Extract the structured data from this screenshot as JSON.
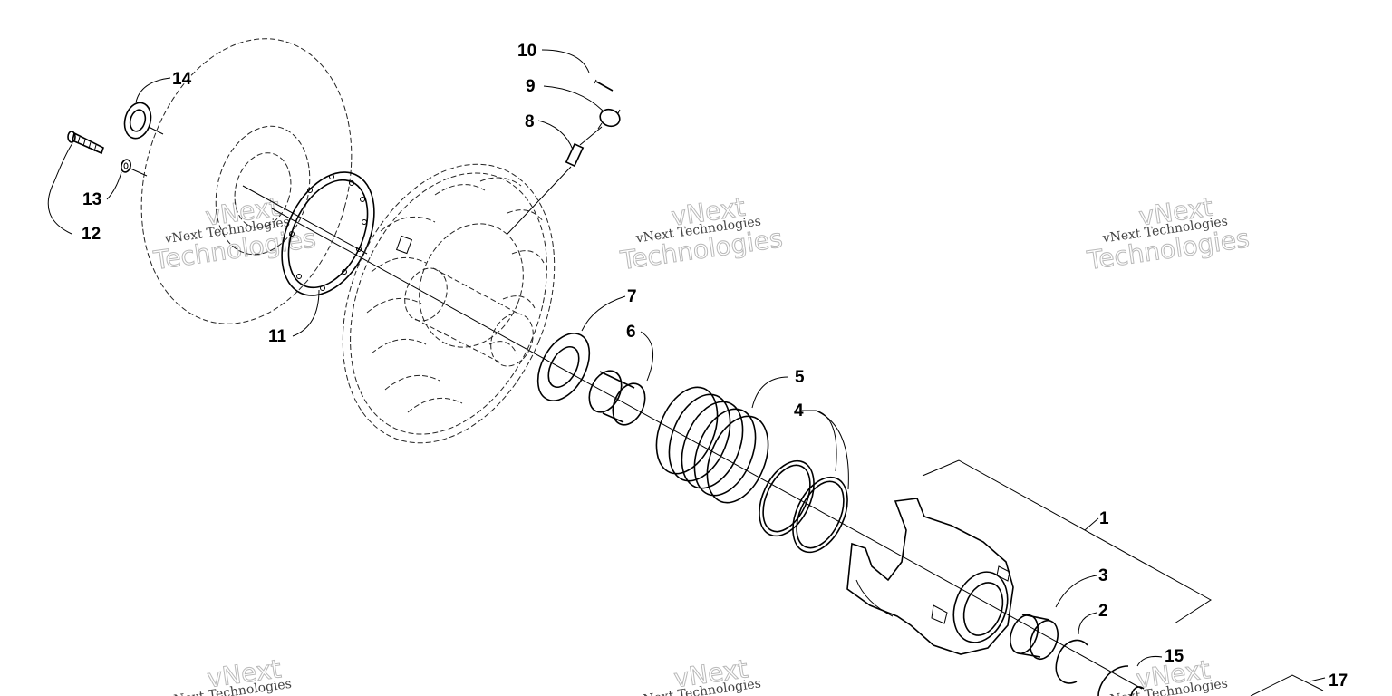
{
  "callouts": {
    "c1": "1",
    "c2": "2",
    "c3": "3",
    "c4": "4",
    "c5": "5",
    "c6": "6",
    "c7": "7",
    "c8": "8",
    "c9": "9",
    "c10": "10",
    "c11": "11",
    "c12": "12",
    "c13": "13",
    "c14": "14",
    "c15": "15",
    "c17": "17"
  },
  "watermark": {
    "line1": "vNext Technologies",
    "line2a": "vNext",
    "line2b": "Technologies"
  }
}
